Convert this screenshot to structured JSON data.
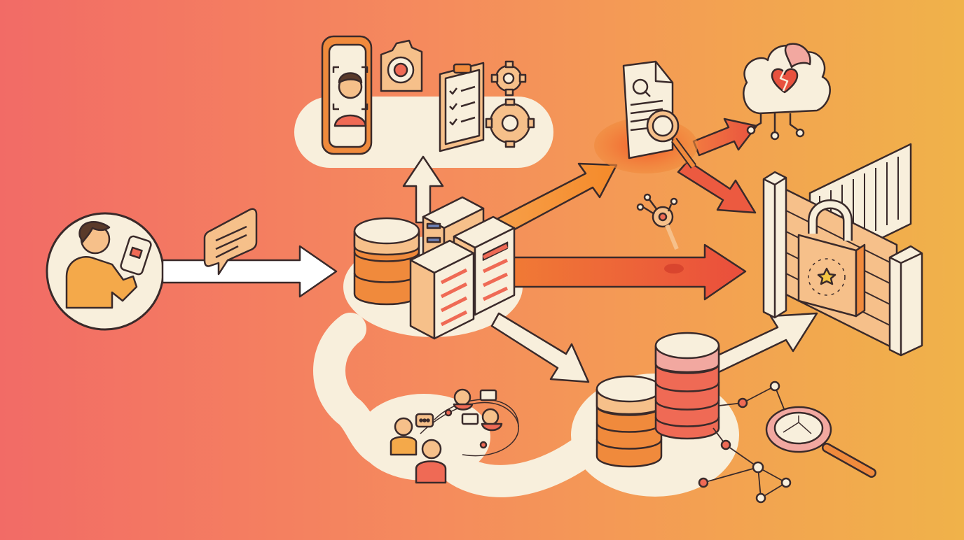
{
  "scene": {
    "background_start": "#f26b66",
    "background_end": "#f0b24a",
    "palette": {
      "outline": "#3a2a2a",
      "cream": "#f8efdc",
      "peach": "#f6c08a",
      "orange": "#f08a3c",
      "coral": "#ef6a55",
      "red": "#e8523f",
      "rose": "#f2a8a0",
      "slate": "#6f82b8",
      "yellow": "#f4c542"
    }
  },
  "nodes": [
    {
      "id": "user",
      "icon": "user-with-phone-icon"
    },
    {
      "id": "message",
      "icon": "chat-message-icon"
    },
    {
      "id": "collection",
      "icons": [
        "phone-face-id-icon",
        "camera-icon",
        "checklist-clipboard-icon",
        "gear-icon"
      ]
    },
    {
      "id": "servers",
      "icons": [
        "database-icon",
        "server-rack-icon"
      ]
    },
    {
      "id": "audit",
      "icons": [
        "search-document-icon",
        "magnifier-icon"
      ]
    },
    {
      "id": "cloud-breach",
      "icon": "broken-heart-cloud-icon"
    },
    {
      "id": "tracker",
      "icon": "hook-tracker-icon"
    },
    {
      "id": "eu-protection",
      "icons": [
        "firewall-gate-icon",
        "eu-padlock-icon"
      ]
    },
    {
      "id": "sharing",
      "icon": "people-network-icon"
    },
    {
      "id": "storage",
      "icons": [
        "database-stack-icon",
        "data-graph-icon",
        "magnifier-icon"
      ]
    }
  ]
}
